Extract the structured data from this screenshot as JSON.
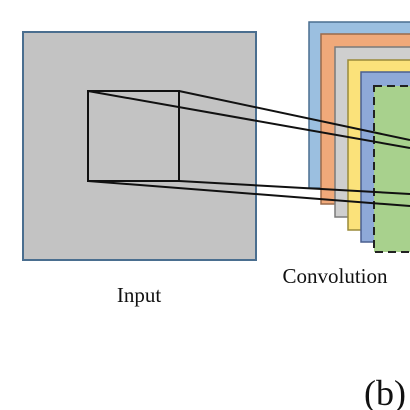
{
  "labels": {
    "input": "Input",
    "convolution": "Convolution",
    "panel": "(b)"
  },
  "colors": {
    "input_fill": "#c3c3c3",
    "input_border": "#4a6e8f",
    "stack_blue": "#9bbfe0",
    "stack_orange": "#f0a97a",
    "stack_gray": "#cfcfcf",
    "stack_yellow": "#fbe27a",
    "stack_blue2": "#8ea9d8",
    "stack_green": "#a8d18d",
    "line": "#111111"
  }
}
